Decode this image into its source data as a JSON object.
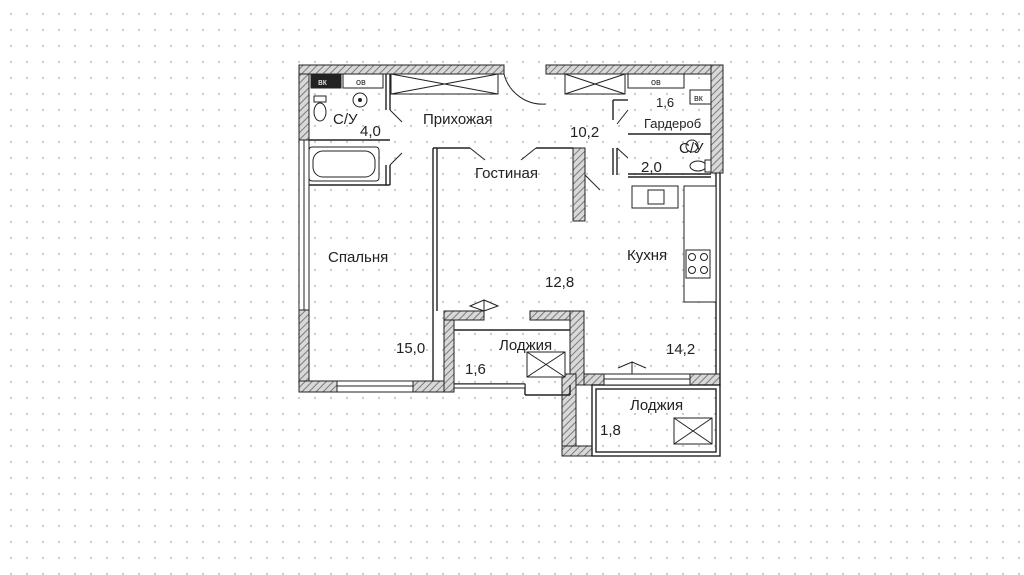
{
  "rooms": {
    "hall": {
      "name": "Прихожая",
      "area": "10,2"
    },
    "living": {
      "name": "Гостиная",
      "area": "12,8"
    },
    "bedroom": {
      "name": "Спальня",
      "area": "15,0"
    },
    "kitchen": {
      "name": "Кухня",
      "area": "14,2"
    },
    "bath1": {
      "name": "С/У",
      "area": "4,0"
    },
    "bath2": {
      "name": "С/У",
      "area": "2,0"
    },
    "wardrobe": {
      "name": "Гардероб",
      "area": "1,6"
    },
    "loggia1": {
      "name": "Лоджия",
      "area": "1,6"
    },
    "loggia2": {
      "name": "Лоджия",
      "area": "1,8"
    }
  },
  "shaft_labels": {
    "vk": "вк",
    "ov": "ов"
  },
  "colors": {
    "wall_fill": "#9a9a9a",
    "line": "#222222",
    "dot_grid": "#c9c9c9"
  }
}
